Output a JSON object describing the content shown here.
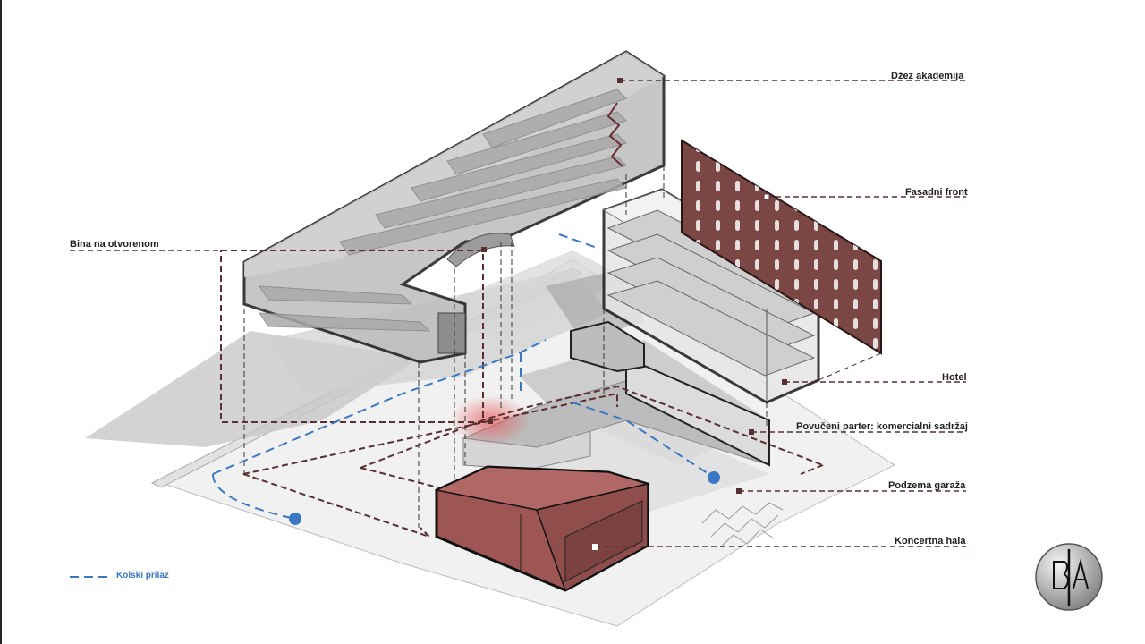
{
  "labels": {
    "dzez_akademija": "Džez akademija",
    "fasadni_front": "Fasadni front",
    "bina_na_otvorenom": "Bina na otvorenom",
    "hotel": "Hotel",
    "povuceni_parter": "Povučeni parter: komercialni sadržaj",
    "podzema_garaza": "Podzema garaža",
    "koncertna_hala": "Koncertna hala"
  },
  "legend": {
    "kolski_prilaz": "Kolski prilaz"
  },
  "logo": {
    "letters": "BA"
  },
  "colors": {
    "leader_line": "#5a2f33",
    "leader_dot": "#5a2f33",
    "concert_hall": "#9d5654",
    "facade_panel": "#7a4744",
    "road_dash": "#3a78c4",
    "building_fill": "#c9c9c9",
    "shadow": "#cfcfcf"
  }
}
